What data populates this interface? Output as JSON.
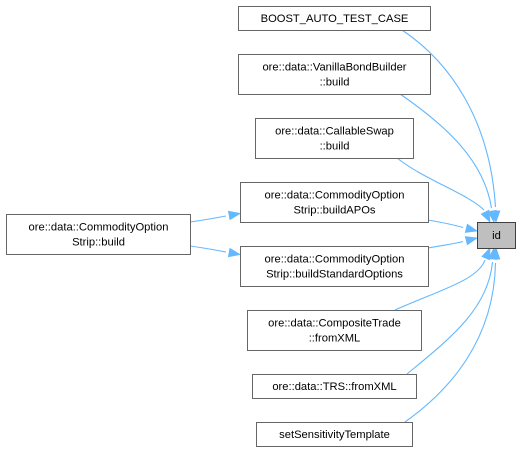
{
  "diagram": {
    "colors": {
      "edge": "#63b8ff",
      "node_border": "#666666",
      "node_fill": "#ffffff",
      "target_fill": "#bfbfbf",
      "target_border": "#404040"
    },
    "target": {
      "id": "id",
      "label": [
        "id"
      ]
    },
    "nodes": [
      {
        "id": "boost_auto_test_case",
        "label": [
          "BOOST_AUTO_TEST_CASE"
        ]
      },
      {
        "id": "vanilla_bond_builder_build",
        "label": [
          "ore::data::VanillaBondBuilder",
          "::build"
        ]
      },
      {
        "id": "callable_swap_build",
        "label": [
          "ore::data::CallableSwap",
          "::build"
        ]
      },
      {
        "id": "commodity_option_strip_build_apos",
        "label": [
          "ore::data::CommodityOption",
          "Strip::buildAPOs"
        ]
      },
      {
        "id": "commodity_option_strip_build_standard_options",
        "label": [
          "ore::data::CommodityOption",
          "Strip::buildStandardOptions"
        ]
      },
      {
        "id": "composite_trade_from_xml",
        "label": [
          "ore::data::CompositeTrade",
          "::fromXML"
        ]
      },
      {
        "id": "trs_from_xml",
        "label": [
          "ore::data::TRS::fromXML"
        ]
      },
      {
        "id": "set_sensitivity_template",
        "label": [
          "setSensitivityTemplate"
        ]
      },
      {
        "id": "commodity_option_strip_build",
        "label": [
          "ore::data::CommodityOption",
          "Strip::build"
        ]
      }
    ],
    "edges": [
      {
        "from": "boost_auto_test_case",
        "to": "id"
      },
      {
        "from": "vanilla_bond_builder_build",
        "to": "id"
      },
      {
        "from": "callable_swap_build",
        "to": "id"
      },
      {
        "from": "commodity_option_strip_build_apos",
        "to": "id"
      },
      {
        "from": "commodity_option_strip_build_standard_options",
        "to": "id"
      },
      {
        "from": "composite_trade_from_xml",
        "to": "id"
      },
      {
        "from": "trs_from_xml",
        "to": "id"
      },
      {
        "from": "set_sensitivity_template",
        "to": "id"
      },
      {
        "from": "commodity_option_strip_build",
        "to": "commodity_option_strip_build_apos"
      },
      {
        "from": "commodity_option_strip_build",
        "to": "commodity_option_strip_build_standard_options"
      }
    ]
  }
}
